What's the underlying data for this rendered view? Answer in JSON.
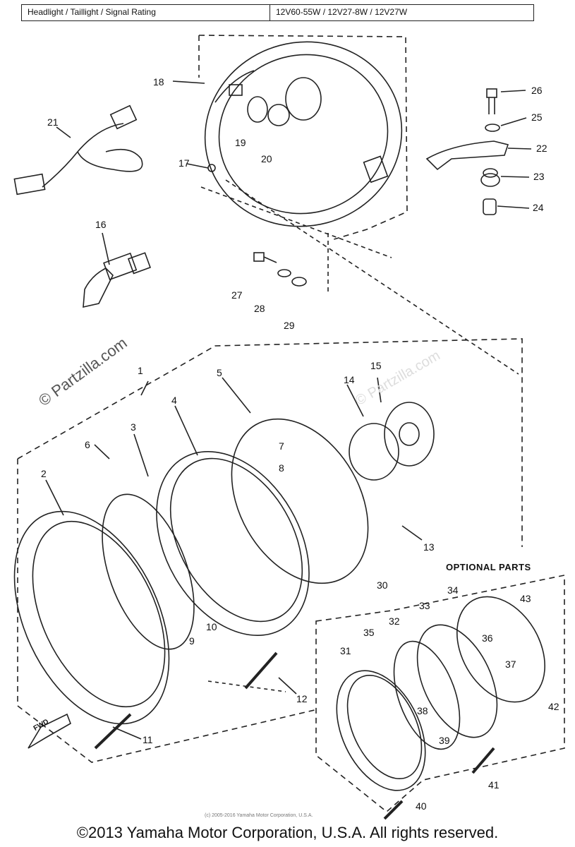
{
  "spec_table": {
    "label": "Headlight / Taillight / Signal Rating",
    "value": "12V60-55W / 12V27-8W / 12V27W"
  },
  "callouts": {
    "n1": "1",
    "n2": "2",
    "n3": "3",
    "n4": "4",
    "n5": "5",
    "n6": "6",
    "n7": "7",
    "n8": "8",
    "n9": "9",
    "n10": "10",
    "n11": "11",
    "n12": "12",
    "n13": "13",
    "n14": "14",
    "n15": "15",
    "n16": "16",
    "n17": "17",
    "n18": "18",
    "n19": "19",
    "n20": "20",
    "n21": "21",
    "n22": "22",
    "n23": "23",
    "n24": "24",
    "n25": "25",
    "n26": "26",
    "n27": "27",
    "n28": "28",
    "n29": "29",
    "n30": "30",
    "n31": "31",
    "n32": "32",
    "n33": "33",
    "n34": "34",
    "n35": "35",
    "n36": "36",
    "n37": "37",
    "n38": "38",
    "n39": "39",
    "n40": "40",
    "n41": "41",
    "n42": "42",
    "n43": "43"
  },
  "optional_parts_label": "OPTIONAL PARTS",
  "fwd_label": "FWD",
  "watermark": "© Partzilla.com",
  "small_credit": "(c) 2005-2016 Yamaha Motor Corporation, U.S.A.",
  "footer": "©2013 Yamaha Motor Corporation, U.S.A. All rights reserved."
}
